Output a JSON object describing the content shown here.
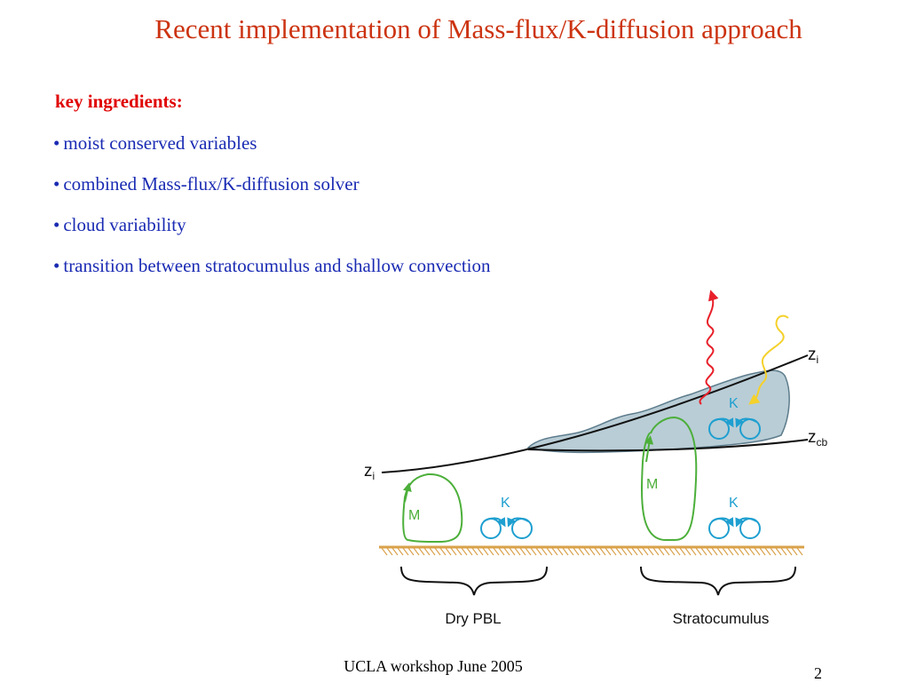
{
  "slide": {
    "title": "Recent implementation of Mass-flux/K-diffusion approach",
    "heading": "key ingredients:",
    "bullets": [
      "moist conserved variables",
      "combined Mass-flux/K-diffusion solver",
      "cloud variability",
      "transition between stratocumulus and shallow convection"
    ],
    "bullet_symbol": "•",
    "footer": "UCLA workshop June 2005",
    "page_number": "2"
  },
  "diagram": {
    "zi_left": "z",
    "zi_left_sub": "i",
    "zi_right": "z",
    "zi_right_sub": "i",
    "zcb": "z",
    "zcb_sub": "cb",
    "k_cloud": "K",
    "m_strat": "M",
    "k_strat": "K",
    "m_dry": "M",
    "k_dry": "K",
    "label_dry": "Dry PBL",
    "label_strat": "Stratocumulus",
    "colors": {
      "mass_flux": "#4caf3a",
      "k_diffusion": "#1e9fd0",
      "cloud_fill": "#b9cdd6",
      "cloud_edge": "#5d7c8c",
      "longwave": "#e8202a",
      "shortwave": "#f5d12a",
      "ground": "#d9a24a",
      "lines": "#111111"
    }
  }
}
